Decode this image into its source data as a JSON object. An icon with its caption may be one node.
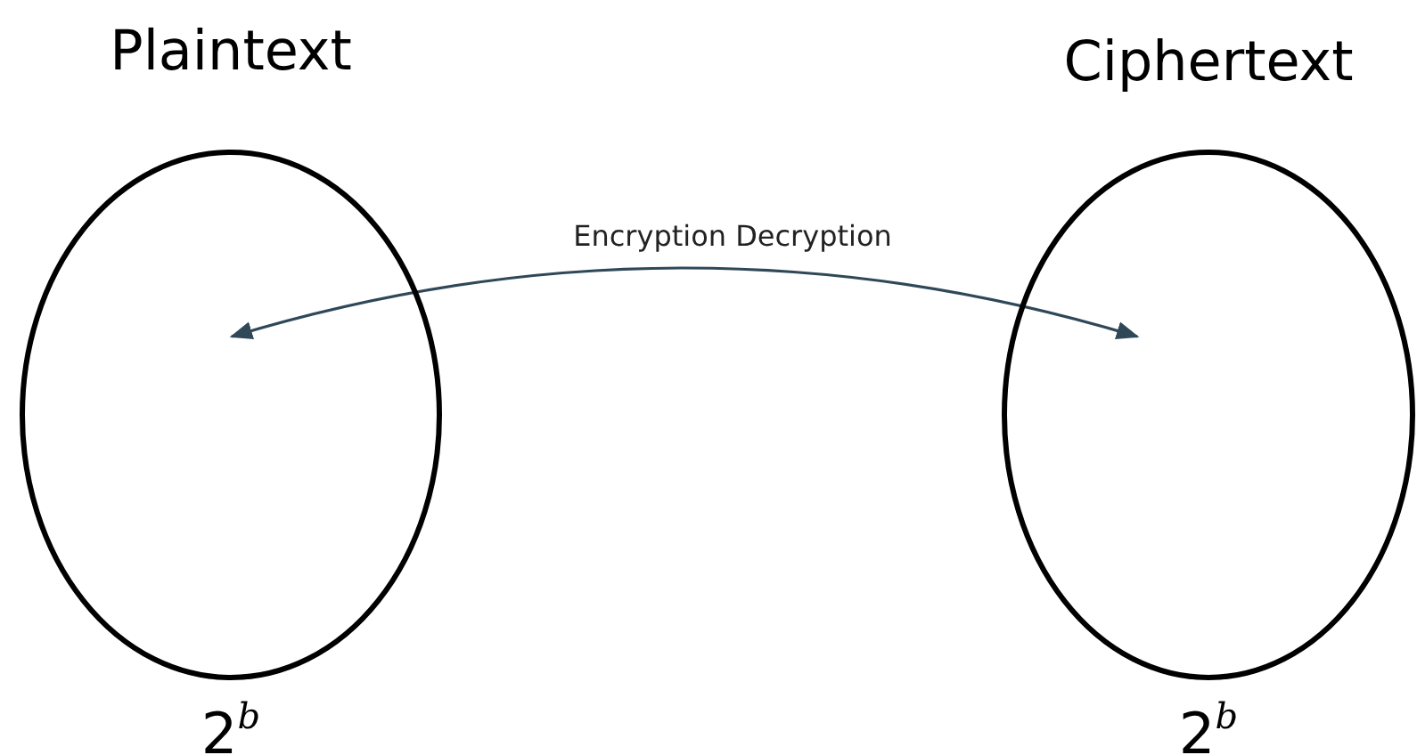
{
  "diagram": {
    "nodes": [
      {
        "text": [
          "Plaintext"
        ],
        "beside": [
          "2$^{b}$"
        ]
      },
      {
        "text": [
          "Ciphertext"
        ],
        "beside": [
          "2$^{b}$"
        ]
      }
    ],
    "edges": [
      {
        "from": 0,
        "to": 1,
        "arrow": "both",
        "label": "Encryption Decryption"
      }
    ]
  }
}
